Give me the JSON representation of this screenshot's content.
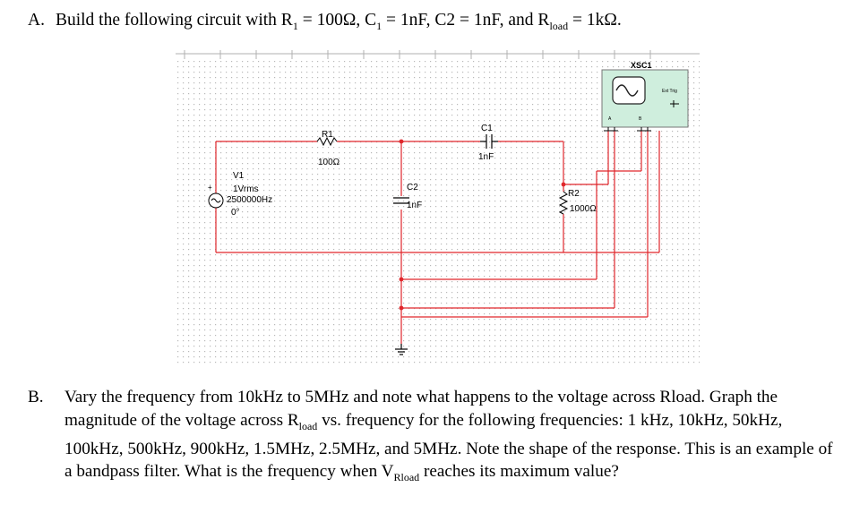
{
  "part_a": {
    "label": "A.",
    "pre": "Build the following circuit with R",
    "r1_sub": "1",
    "mid1": " = 100Ω, C",
    "c1_sub": "1",
    "mid2": " = 1nF, C2 = 1nF, and R",
    "rload_sub": "load",
    "post": " = 1kΩ."
  },
  "schematic": {
    "scope_label": "XSC1",
    "ext_trig_label": "Ext Trig",
    "channel_a": "A",
    "channel_b": "B",
    "r1_name": "R1",
    "r1_value": "100Ω",
    "c1_name": "C1",
    "c1_value": "1nF",
    "c2_name": "C2",
    "c2_value": "1nF",
    "r2_name": "R2",
    "r2_value": "1000Ω",
    "v1_name": "V1",
    "v1_amplitude": "1Vrms",
    "v1_frequency": "2500000Hz",
    "v1_phase": "0°",
    "wire_color": "#e0262b",
    "scope_color": "#cfeedd"
  },
  "part_b": {
    "label": "B.",
    "t1": "Vary the frequency from 10kHz to 5MHz and note what happens to the voltage across Rload. Graph the magnitude of the voltage across R",
    "t1_sub": "load",
    "t2": " vs. frequency for the following frequencies: 1 kHz, 10kHz, 50kHz, 100kHz, 500kHz, 900kHz, 1.5MHz, 2.5MHz, and 5MHz. Note the shape of the response. This is an example of a bandpass filter. What is the frequency when V",
    "t2_sub": "Rload",
    "t3": " reaches its maximum value?"
  }
}
